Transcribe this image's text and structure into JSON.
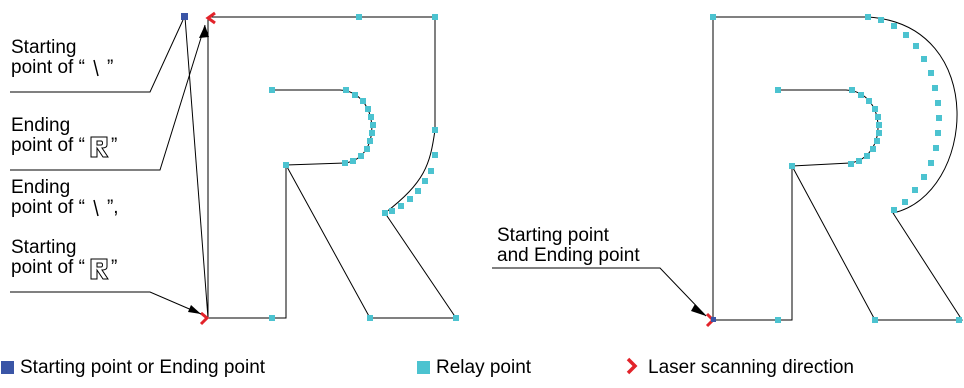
{
  "labels": {
    "start_bar": [
      "Starting",
      "point of “",
      "”"
    ],
    "end_r": [
      "Ending",
      "point of “",
      "”"
    ],
    "end_bar": [
      "Ending",
      "point of “",
      "”,"
    ],
    "start_r": [
      "Starting",
      "point of “",
      "”"
    ],
    "right": [
      "Starting point",
      "and Ending point"
    ]
  },
  "legend": {
    "endpoint": "Starting point or Ending point",
    "relay": "Relay point",
    "direction": "Laser scanning direction"
  },
  "colors": {
    "endpoint": "#3a55a6",
    "relay": "#4cc3d0",
    "arrow": "#e2232a",
    "stroke": "#000000"
  },
  "icons": [
    "endpoint-marker-icon",
    "relay-point-icon",
    "scanning-direction-arrow-icon",
    "bar-glyph-icon",
    "outline-r-glyph-icon"
  ]
}
